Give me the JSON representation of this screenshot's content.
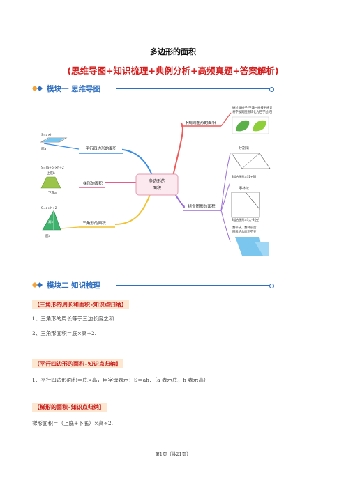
{
  "title": "多边形的面积",
  "subtitle": "(思维导图+知识梳理+典例分析+高频真题+答案解析)",
  "modules": [
    {
      "label": "模块一  思维导图"
    },
    {
      "label": "模块二  知识梳理"
    }
  ],
  "mindmap": {
    "center": "多边形的\n面积",
    "branches": {
      "parallelogram": "平行四边形的面积",
      "trapezoid": "梯形的面积",
      "triangle": "三角形的面积",
      "irregular": "不规则图形的面积",
      "combined": "组合图形的面积"
    },
    "formulas": {
      "parallelogram": "S=a×h",
      "trapezoid": "S=(a+b)×h÷2",
      "triangle": "S=a×h÷2"
    },
    "labels": {
      "base": "底a",
      "top": "上底b",
      "bottom": "下底a",
      "height": "高h"
    },
    "notes": {
      "irregular": "通过数格子(不满一格按半格计算)或将不规则图形转化为已学过的图形计算",
      "divide": "分割法",
      "add": "添补法",
      "cutfill": "割补法，割补前后图形的总面积不变"
    },
    "combined_formulas": {
      "divide": "S组合图形=S1+S2",
      "add": "S组合图形=S大-S空白"
    }
  },
  "sections": [
    {
      "header": "【三角形的周长和面积-知识点归纳】",
      "lines": [
        "1、三角形的周长等于三边长度之和.",
        "2、三角形面积＝底×高÷2."
      ]
    },
    {
      "header": "【平行四边形的面积-知识点归纳】",
      "lines": [
        "1、平行四边形面积＝底×高，用字母表示：S＝ah．（a 表示底，h 表示高）"
      ]
    },
    {
      "header": "【梯形的面积-知识点归纳】",
      "lines": [
        "梯形面积＝（上底+下底）×高÷2."
      ]
    }
  ],
  "footer": "第1页（共21页）",
  "colors": {
    "accent": "#2f6fc0",
    "title_red": "#d61f1f",
    "section_red": "#c51a1a",
    "section_bg": "#fde7d1"
  }
}
